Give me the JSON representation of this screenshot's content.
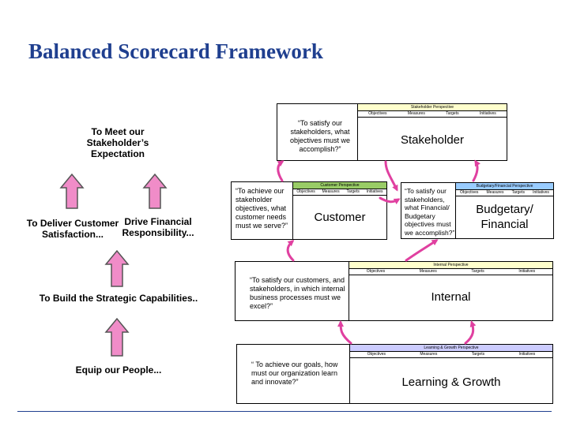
{
  "title": "Balanced Scorecard Framework",
  "left": {
    "top": "To Meet our Stakeholder’s Expectation",
    "customer": "To Deliver Customer Satisfaction...",
    "financial": "Drive Financial Responsibility...",
    "strategic": "To Build the Strategic Capabilities..",
    "people": "Equip our People..."
  },
  "columns": [
    "Objectives",
    "Measures",
    "Targets",
    "Initiatives"
  ],
  "perspectives": {
    "stakeholder": {
      "header": "Stakeholder Perspective",
      "name": "Stakeholder",
      "question": "“To satisfy our stakeholders, what objectives must we accomplish?”",
      "color": "#ffffcc"
    },
    "customer": {
      "header": "Customer Perspective",
      "name": "Customer",
      "question": "“To achieve our stakeholder objectives, what customer needs must we serve?”",
      "color": "#99cc66"
    },
    "financial": {
      "header": "Budgetary/Financial Perspective",
      "name": "Budgetary/ Financial",
      "question": "“To satisfy our stakeholders, what Financial/ Budgetary objectives must we accomplish?”",
      "color": "#99ccff"
    },
    "internal": {
      "header": "Internal Perspective",
      "name": "Internal",
      "question": "“To satisfy our customers, and stakeholders, in which internal business processes must we excel?”",
      "color": "#ffffcc"
    },
    "learning": {
      "header": "Learning & Growth Perspective",
      "name": "Learning & Growth",
      "question": "“ To achieve our goals, how must our organization learn and innovate?”",
      "color": "#ccccff"
    }
  },
  "colors": {
    "title": "#1f3f8f",
    "arrow_fill": "#f08cc8",
    "arrow_stroke": "#555555",
    "connector": "#e040a0"
  }
}
